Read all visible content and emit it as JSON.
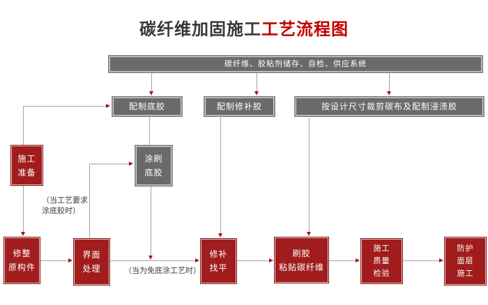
{
  "title": {
    "black_part": "碳纤维加固施工",
    "red_part": "工艺流程图"
  },
  "colors": {
    "title_accent_red": "#C00000",
    "box_red_fill": "#A11D1D",
    "box_gray_fill": "#6A6A6A",
    "connector_line_gray": "#A3A3A3",
    "arrowhead_red": "#AF1414"
  },
  "nodes": {
    "supply_system": {
      "label": "碳纤维、胶粘剂储存、自检、供应系统"
    },
    "prepare_primer_glue": {
      "label": "配制底胶"
    },
    "prepare_repair_glue": {
      "label": "配制修补胶"
    },
    "cut_carbon_cloth": {
      "label": "按设计尺寸裁剪碳布及配制浸渍胶"
    },
    "apply_primer": {
      "lines": [
        "涂刷",
        "底胶"
      ]
    },
    "construction_prep": {
      "lines": [
        "施工",
        "准备"
      ]
    },
    "trim_original_member": {
      "lines": [
        "修整",
        "原构件"
      ]
    },
    "interface_treatment": {
      "lines": [
        "界面",
        "处理"
      ]
    },
    "repair_leveling": {
      "lines": [
        "修补",
        "找平"
      ]
    },
    "glue_paste_carbon_fiber": {
      "lines": [
        "刷胶",
        "粘贴碳纤维"
      ]
    },
    "quality_inspection": {
      "lines": [
        "施工",
        "质量",
        "检验"
      ]
    },
    "protective_surface_layer": {
      "lines": [
        "防护",
        "面层",
        "施工"
      ]
    }
  },
  "annotations": {
    "primer_required_note": {
      "lines": [
        "（当工艺要求",
        "涂底胶时）"
      ]
    },
    "no_primer_note": "（当为免底涂工艺时）"
  }
}
